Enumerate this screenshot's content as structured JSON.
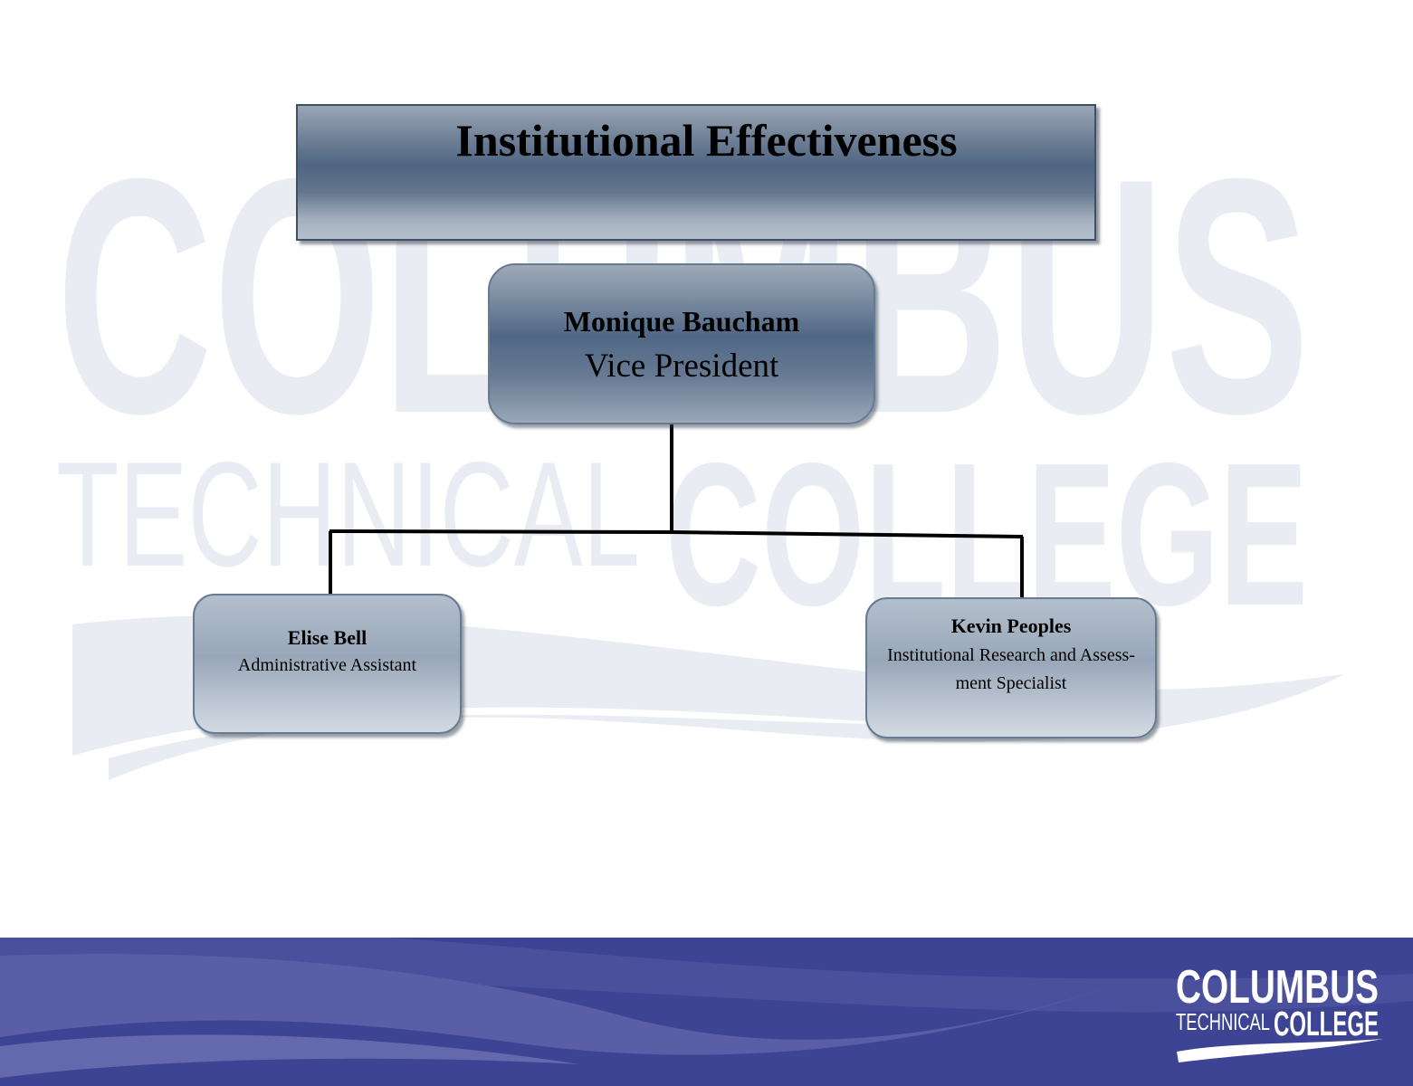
{
  "title": "Institutional Effectiveness",
  "watermark": {
    "line1": "COLUMBUS",
    "line2_left": "TECHNICAL",
    "line2_right": "COLLEGE"
  },
  "org": {
    "head": {
      "name": "Monique Baucham",
      "role": "Vice President"
    },
    "reports": [
      {
        "name": "Elise Bell",
        "role": "Administrative Assistant"
      },
      {
        "name": "Kevin Peoples",
        "role_line1": "Institutional Research and Assess-",
        "role_line2": "ment Specialist"
      }
    ]
  },
  "footer_logo": {
    "line1": "COLUMBUS",
    "line2_left": "TECHNICAL",
    "line2_right": "COLLEGE"
  },
  "colors": {
    "footer_band": "#3d4494",
    "footer_band_light": "#5a5ea6",
    "node_mid": "#506785",
    "watermark": "#e9ecf3"
  }
}
